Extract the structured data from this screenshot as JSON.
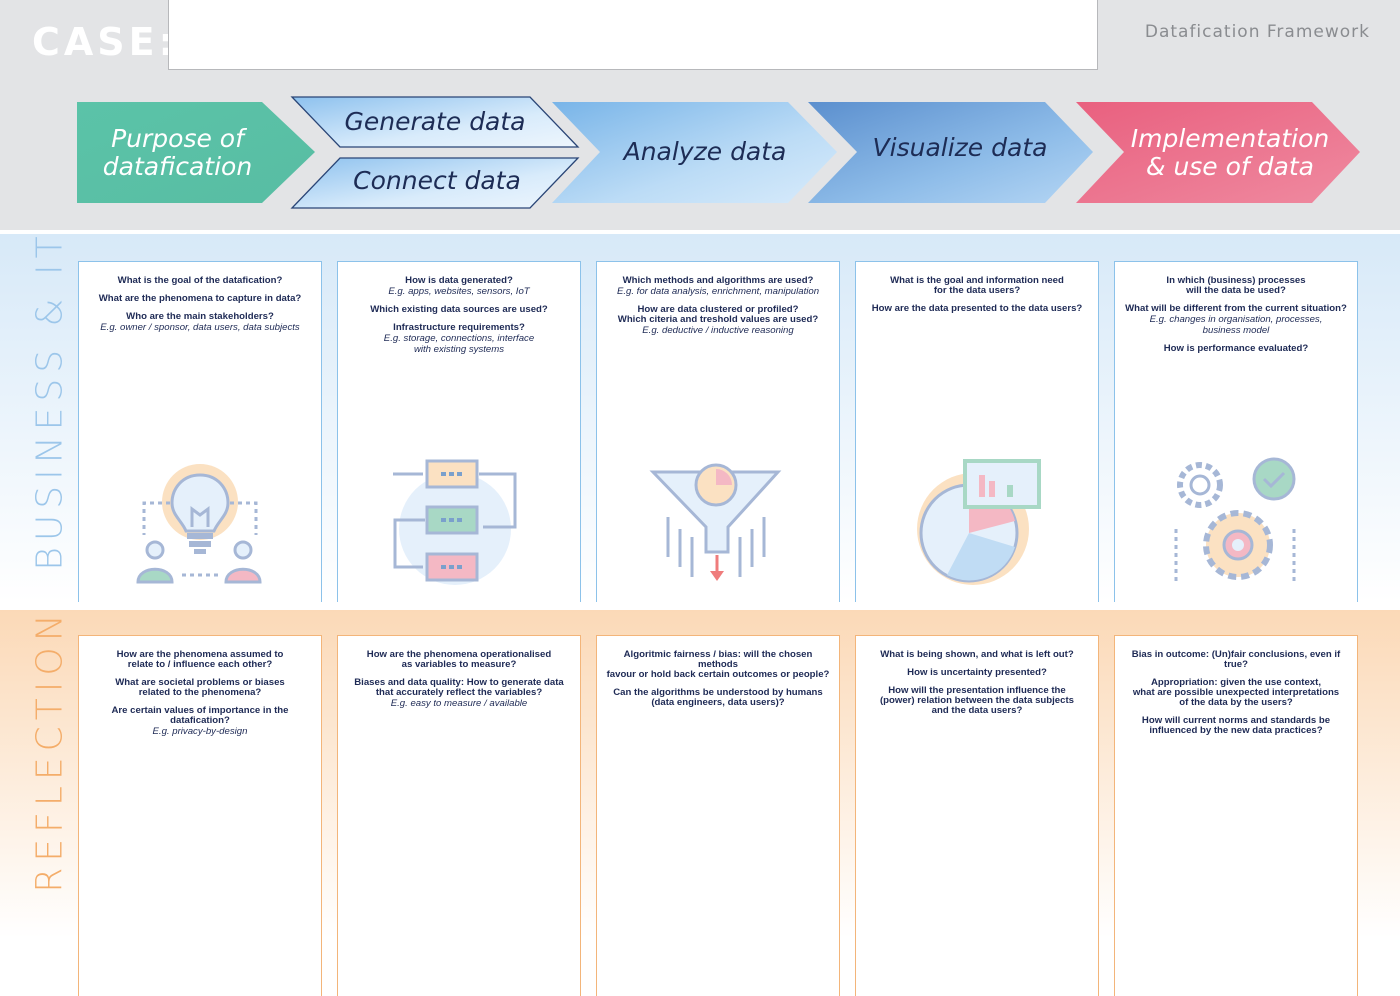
{
  "header": {
    "case_label": "CASE:",
    "case_value": "",
    "framework_title": "Datafication Framework"
  },
  "steps": {
    "purpose": {
      "label": "Purpose of\ndatafication",
      "color": "#5bc3a8"
    },
    "generate": {
      "label": "Generate data",
      "color": "#a9d1f2"
    },
    "connect": {
      "label": "Connect data",
      "color": "#a9d1f2"
    },
    "analyze": {
      "label": "Analyze data",
      "color": "#86bbe9"
    },
    "visualize": {
      "label": "Visualize data",
      "color": "#6f9fd6"
    },
    "implement": {
      "label": "Implementation\n& use of data",
      "color": "#e96a88"
    }
  },
  "sections": {
    "business": {
      "label": "BUSINESS & IT"
    },
    "reflection": {
      "label": "REFLECTION"
    }
  },
  "business_cards": [
    {
      "lines": [
        {
          "t": "What is the goal of the datafication?",
          "s": "q"
        },
        {
          "t": "What are the phenomena to capture in data?",
          "s": "q"
        },
        {
          "t": "Who are the main stakeholders?",
          "s": "q"
        },
        {
          "t": "E.g. owner / sponsor, data users, data subjects",
          "s": "e"
        }
      ],
      "icon": "lightbulb-stakeholders-icon"
    },
    {
      "lines": [
        {
          "t": "How is data generated?",
          "s": "q"
        },
        {
          "t": "E.g. apps, websites, sensors, IoT",
          "s": "e"
        },
        {
          "t": "Which existing data sources are used?",
          "s": "q"
        },
        {
          "t": "Infrastructure requirements?",
          "s": "q"
        },
        {
          "t": "E.g. storage, connections, interface\nwith existing systems",
          "s": "e"
        }
      ],
      "icon": "data-flow-icon"
    },
    {
      "lines": [
        {
          "t": "Which methods and algorithms are used?",
          "s": "q"
        },
        {
          "t": "E.g. for data analysis, enrichment, manipulation",
          "s": "e"
        },
        {
          "t": "How are data clustered or profiled?\nWhich citeria and treshold values are used?",
          "s": "q"
        },
        {
          "t": "E.g. deductive / inductive reasoning",
          "s": "e"
        }
      ],
      "icon": "funnel-analysis-icon"
    },
    {
      "lines": [
        {
          "t": "What is the goal and information need\nfor the data users?",
          "s": "q"
        },
        {
          "t": "How are the data presented to the data users?",
          "s": "q"
        }
      ],
      "icon": "pie-chart-icon"
    },
    {
      "lines": [
        {
          "t": "In which (business) processes\nwill the data be used?",
          "s": "q"
        },
        {
          "t": "What will be different from the current situation?",
          "s": "q"
        },
        {
          "t": "E.g. changes in organisation, processes,\nbusiness model",
          "s": "e"
        },
        {
          "t": "How is performance evaluated?",
          "s": "q"
        }
      ],
      "icon": "gears-check-icon"
    }
  ],
  "reflection_cards": [
    {
      "lines": [
        {
          "t": "How are the phenomena assumed to\nrelate to / influence each other?",
          "s": "q"
        },
        {
          "t": "What are societal problems or biases\nrelated to the phenomena?",
          "s": "q"
        },
        {
          "t": "Are certain values of importance in the datafication?",
          "s": "q"
        },
        {
          "t": "E.g. privacy-by-design",
          "s": "e"
        }
      ]
    },
    {
      "lines": [
        {
          "t": "How are the phenomena operationalised\nas variables to measure?",
          "s": "q"
        },
        {
          "t": "Biases and data quality: How to generate data\nthat accurately reflect the variables?",
          "s": "q"
        },
        {
          "t": "E.g. easy to measure / available",
          "s": "e"
        }
      ]
    },
    {
      "lines": [
        {
          "t": "Algoritmic fairness / bias: will the chosen methods\nfavour or hold back certain outcomes or people?",
          "s": "q"
        },
        {
          "t": "Can the algorithms be understood by humans\n(data engineers, data users)?",
          "s": "q"
        }
      ]
    },
    {
      "lines": [
        {
          "t": "What is being shown, and what is left out?",
          "s": "q"
        },
        {
          "t": "How is uncertainty presented?",
          "s": "q"
        },
        {
          "t": "How will the presentation influence the\n(power) relation between the data subjects\nand the data users?",
          "s": "q"
        }
      ]
    },
    {
      "lines": [
        {
          "t": "Bias in outcome: (Un)fair conclusions, even if true?",
          "s": "q"
        },
        {
          "t": "Appropriation: given the use context,\nwhat are possible unexpected interpretations\nof the data by the users?",
          "s": "q"
        },
        {
          "t": "How will current norms and standards be\ninfluenced by the new data practices?",
          "s": "q"
        }
      ]
    }
  ]
}
